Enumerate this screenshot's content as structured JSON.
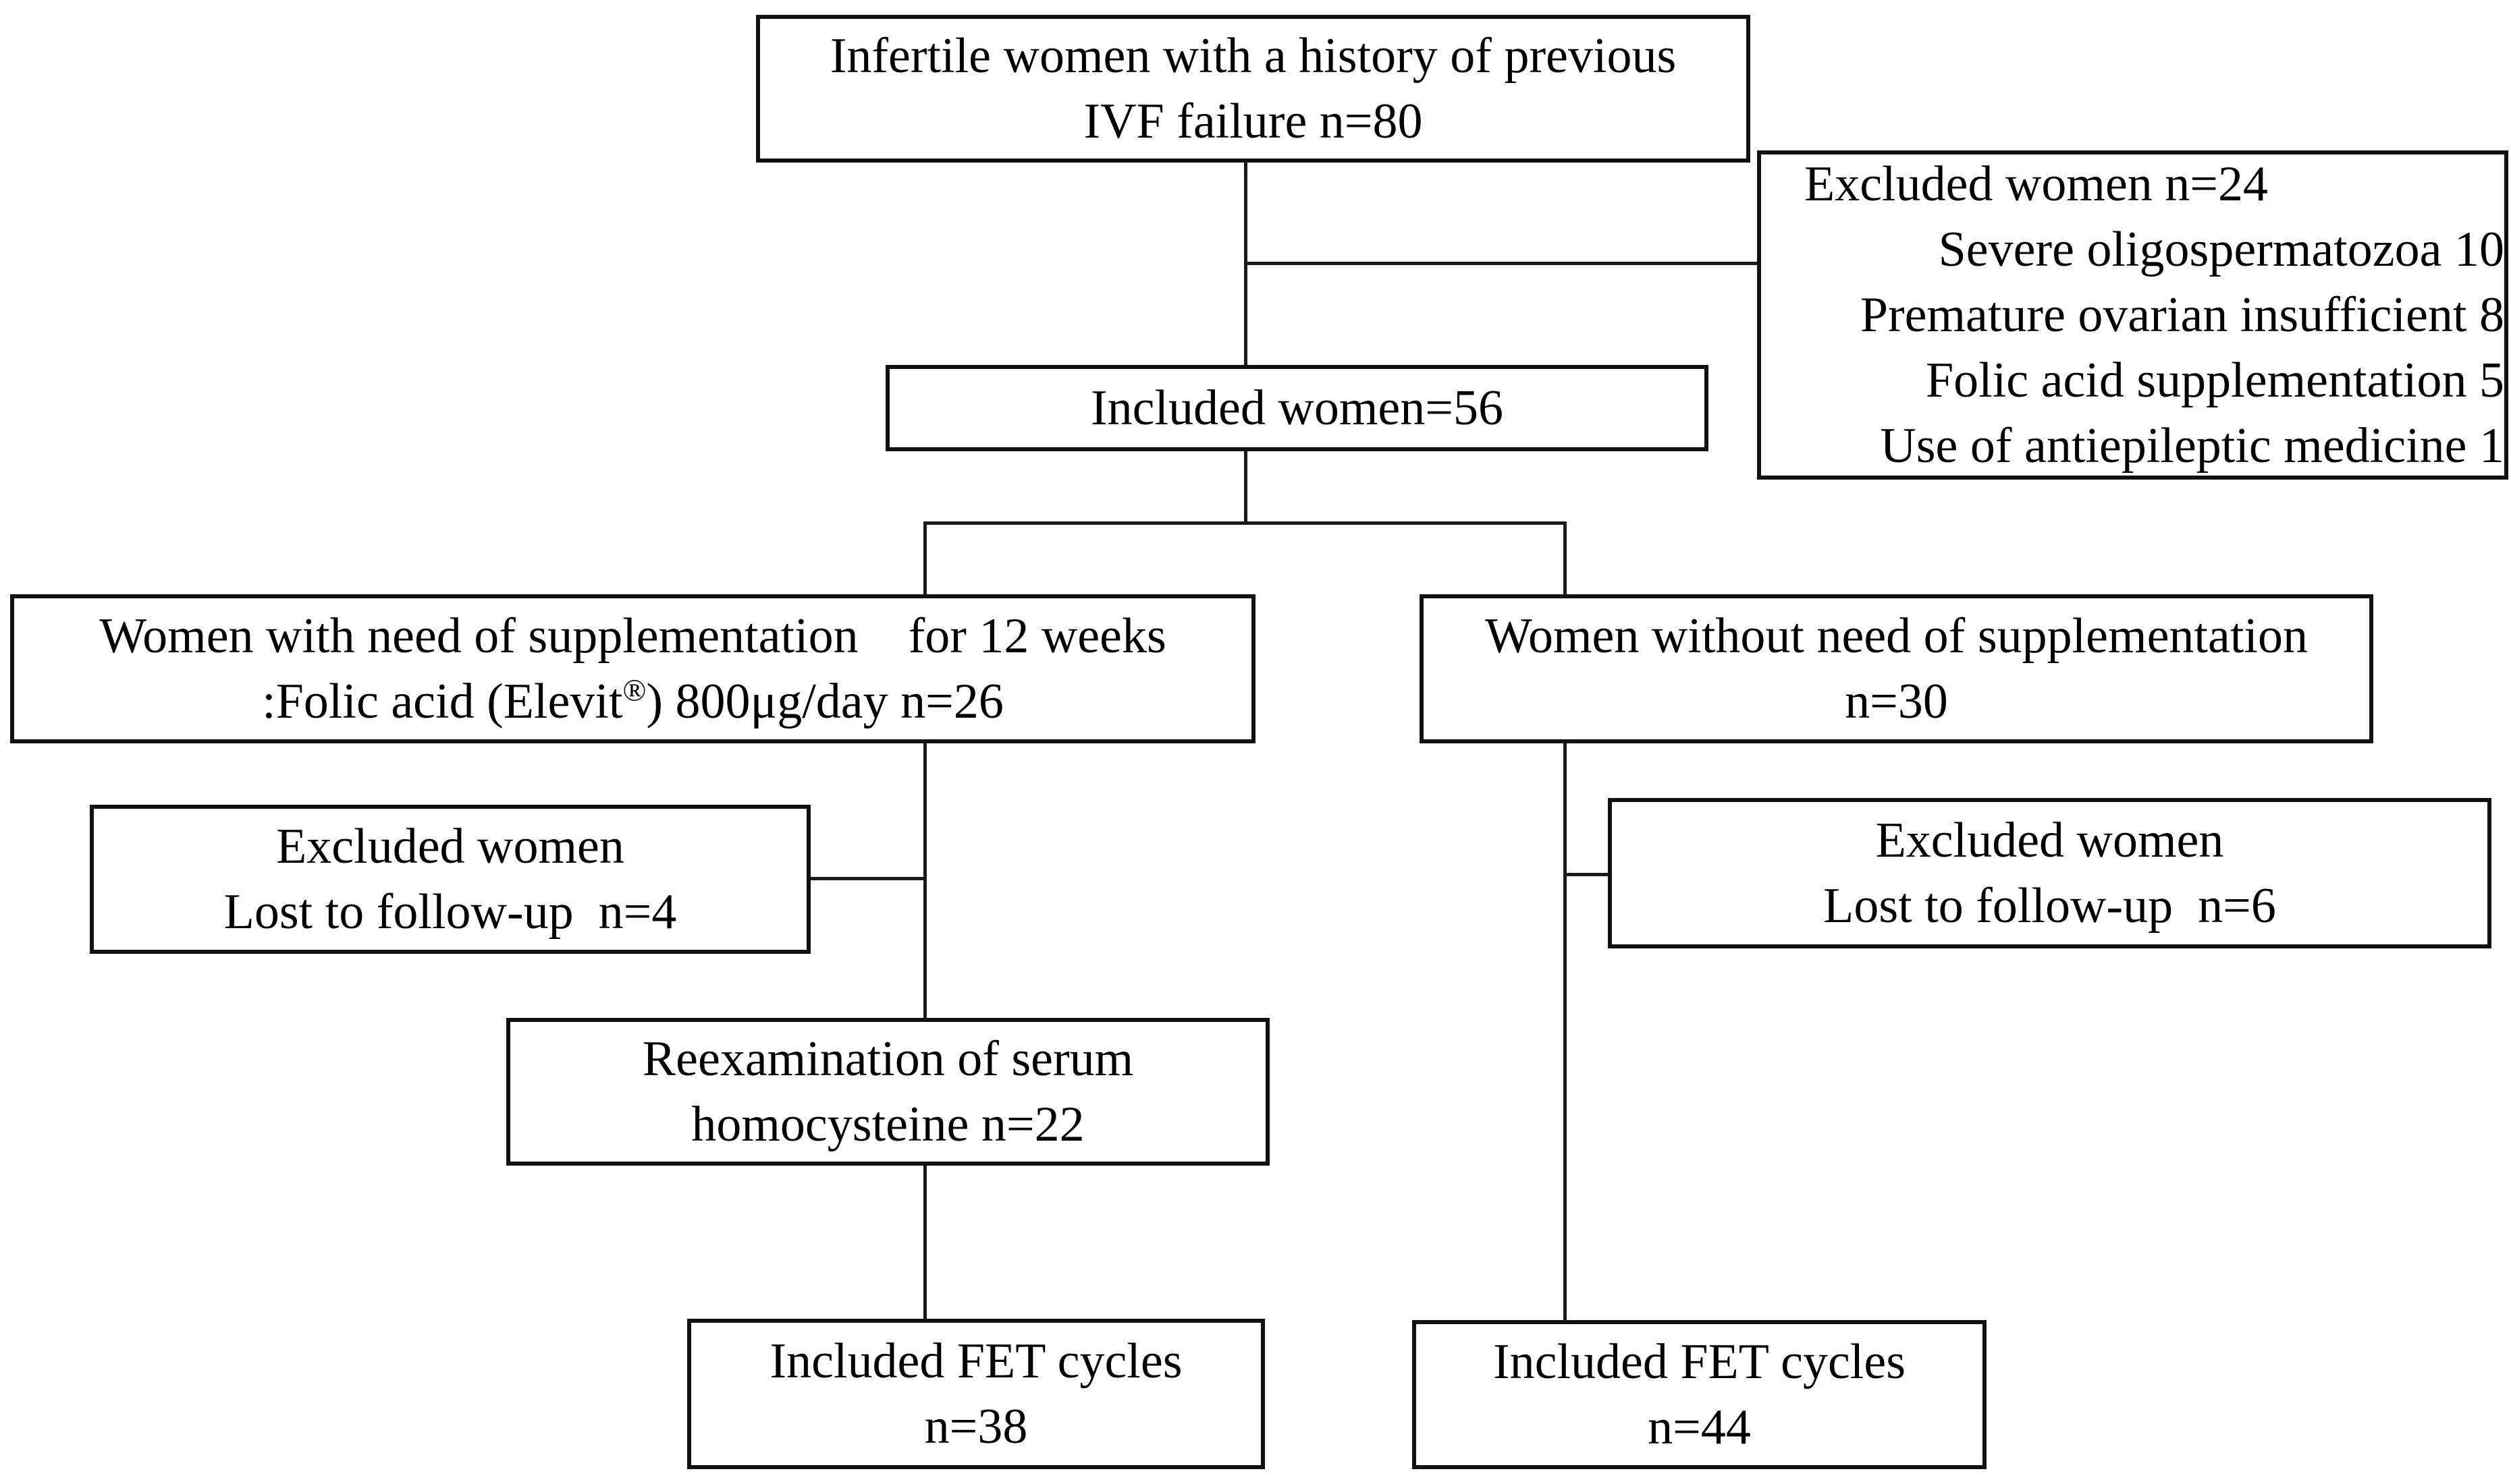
{
  "diagram_type": "flowchart",
  "colors": {
    "background": "#ffffff",
    "box_fill": "#fefefe",
    "box_border": "#111111",
    "connector": "#1a1a1a",
    "text": "#000000"
  },
  "nodes": {
    "top": {
      "line1": "Infertile women with a history of previous",
      "line2": "IVF failure n=80"
    },
    "excluded": {
      "header": "Excluded women n=24",
      "items": [
        "Severe oligospermatozoa 10",
        "Premature ovarian insufficient 8",
        "Folic acid supplementation 5",
        "Use of antiepileptic medicine 1"
      ]
    },
    "included": {
      "line1": "Included women=56"
    },
    "left_branch": {
      "line1": "Women with need of supplementation    for 12 weeks",
      "line2_pre": ":Folic acid (Elevit",
      "line2_sup": "®",
      "line2_post": ") 800μg/day n=26"
    },
    "right_branch": {
      "line1": "Women without need of supplementation",
      "line2": "n=30"
    },
    "left_excluded": {
      "line1": "Excluded women",
      "line2": "Lost to follow-up  n=4"
    },
    "right_excluded": {
      "line1": "Excluded women",
      "line2": "Lost to follow-up  n=6"
    },
    "reexamination": {
      "line1": "Reexamination of serum",
      "line2": "homocysteine n=22"
    },
    "left_fet": {
      "line1": "Included FET cycles",
      "line2": "n=38"
    },
    "right_fet": {
      "line1": "Included FET cycles",
      "line2": "n=44"
    }
  }
}
